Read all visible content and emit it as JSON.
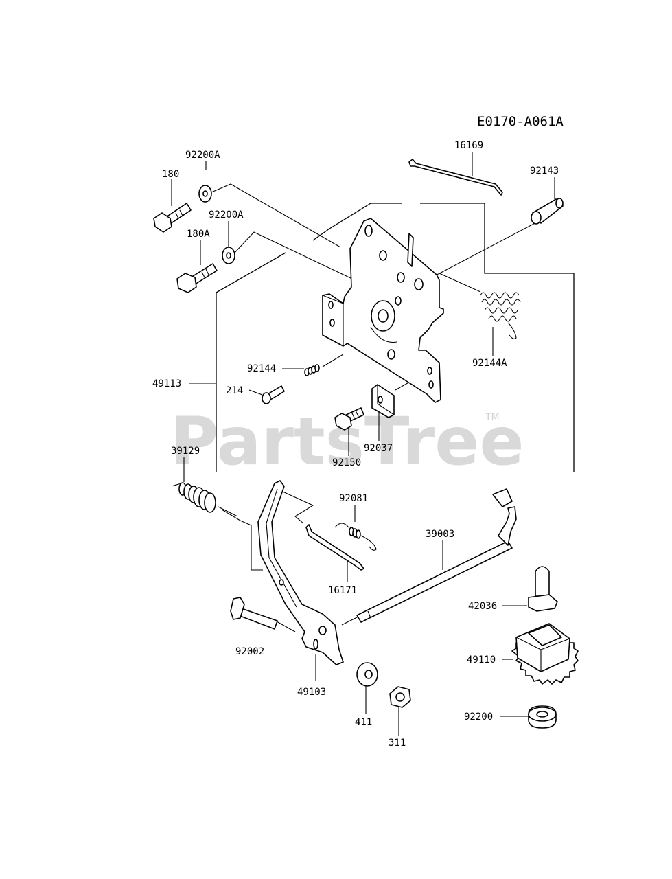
{
  "diagram": {
    "code": "E0170-A061A",
    "watermark": "PartsTree",
    "trademark": "TM",
    "parts": {
      "p16169": "16169",
      "p92143": "92143",
      "p92200A_1": "92200A",
      "p180": "180",
      "p92200A_2": "92200A",
      "p180A": "180A",
      "p92144": "92144",
      "p92144A": "92144A",
      "p49113": "49113",
      "p214": "214",
      "p92037": "92037",
      "p92150": "92150",
      "p39129": "39129",
      "p92081": "92081",
      "p39003": "39003",
      "p16171": "16171",
      "p42036": "42036",
      "p92002": "92002",
      "p49110": "49110",
      "p49103": "49103",
      "p411": "411",
      "p92200": "92200",
      "p311": "311"
    }
  }
}
